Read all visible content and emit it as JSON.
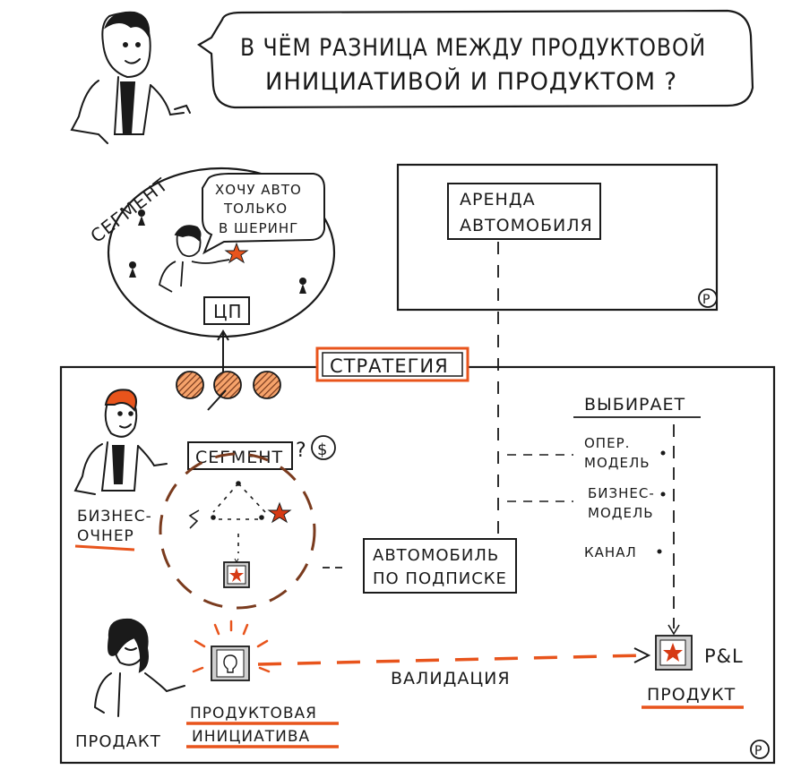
{
  "question": {
    "line1": "В ЧЁМ РАЗНИЦА МЕЖДУ ПРОДУКТОВОЙ",
    "line2": "ИНИЦИАТИВОЙ И ПРОДУКТОМ ?"
  },
  "segment_circle": {
    "title": "СЕГМЕНТ",
    "bubble_line1": "ХОЧУ АВТО",
    "bubble_line2": "ТОЛЬКО",
    "bubble_line3": "В ШЕРИНГ",
    "cp_label": "ЦП"
  },
  "rental_box": {
    "label_line1": "АРЕНДА",
    "label_line2": "АВТОМОБИЛЯ",
    "corner_mark": "P"
  },
  "strategy_label": "СТРАТЕГИЯ",
  "business_owner": {
    "role_line1": "БИЗНЕС-",
    "role_line2": "ОЧНЕР",
    "segment_tag": "СЕГМЕНТ",
    "question_mark": "?",
    "dollar_mark": "$"
  },
  "subscription": {
    "line1": "АВТОМОБИЛЬ",
    "line2": "ПО ПОДПИСКЕ"
  },
  "chooses": {
    "title": "ВЫБИРАЕТ",
    "item1_line1": "ОПЕР.",
    "item1_line2": "МОДЕЛЬ",
    "item2_line1": "БИЗНЕС-",
    "item2_line2": "МОДЕЛЬ",
    "item3": "КАНАЛ"
  },
  "validation_label": "ВАЛИДАЦИЯ",
  "product_owner_role": "ПРОДАКТ",
  "initiative": {
    "line1": "ПРОДУКТОВАЯ",
    "line2": "ИНИЦИАТИВА"
  },
  "product": {
    "pl_label": "P&L",
    "label": "ПРОДУКТ"
  },
  "main_corner_mark": "P",
  "colors": {
    "ink": "#1a1a1a",
    "accent": "#e8541c",
    "star": "#d63a14",
    "hatch": "#7a3b1e",
    "gray": "#cfcfcf"
  }
}
